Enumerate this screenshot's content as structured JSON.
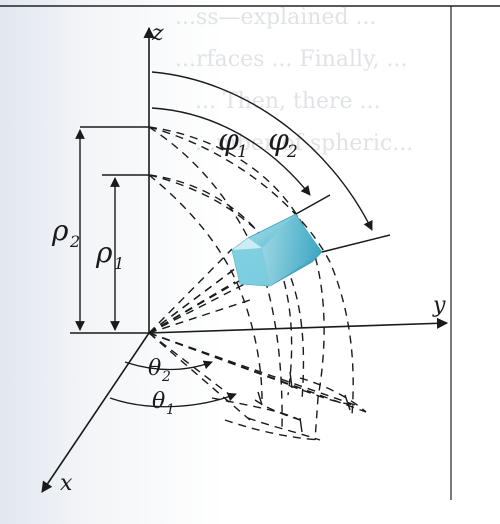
{
  "labels": {
    "z": "z",
    "y": "y",
    "x": "x",
    "phi1": "φ",
    "phi1_sub": "1",
    "phi2": "φ",
    "phi2_sub": "2",
    "rho1": "ρ",
    "rho1_sub": "1",
    "rho2": "ρ",
    "rho2_sub": "2",
    "theta1": "θ",
    "theta1_sub": "1",
    "theta2": "θ",
    "theta2_sub": "2"
  },
  "background_text_lines": [
    "...ss—explained ...",
    "...rfaces ... Finally, ...",
    "... Then, there ...",
    "...mber of spheric..."
  ],
  "colors": {
    "ink": "#1a1a1a",
    "page_tint": "#eef1f6",
    "wedge_light": "#9fd6e2",
    "wedge_mid": "#4db3cb",
    "wedge_dark": "#2c8fb0"
  }
}
